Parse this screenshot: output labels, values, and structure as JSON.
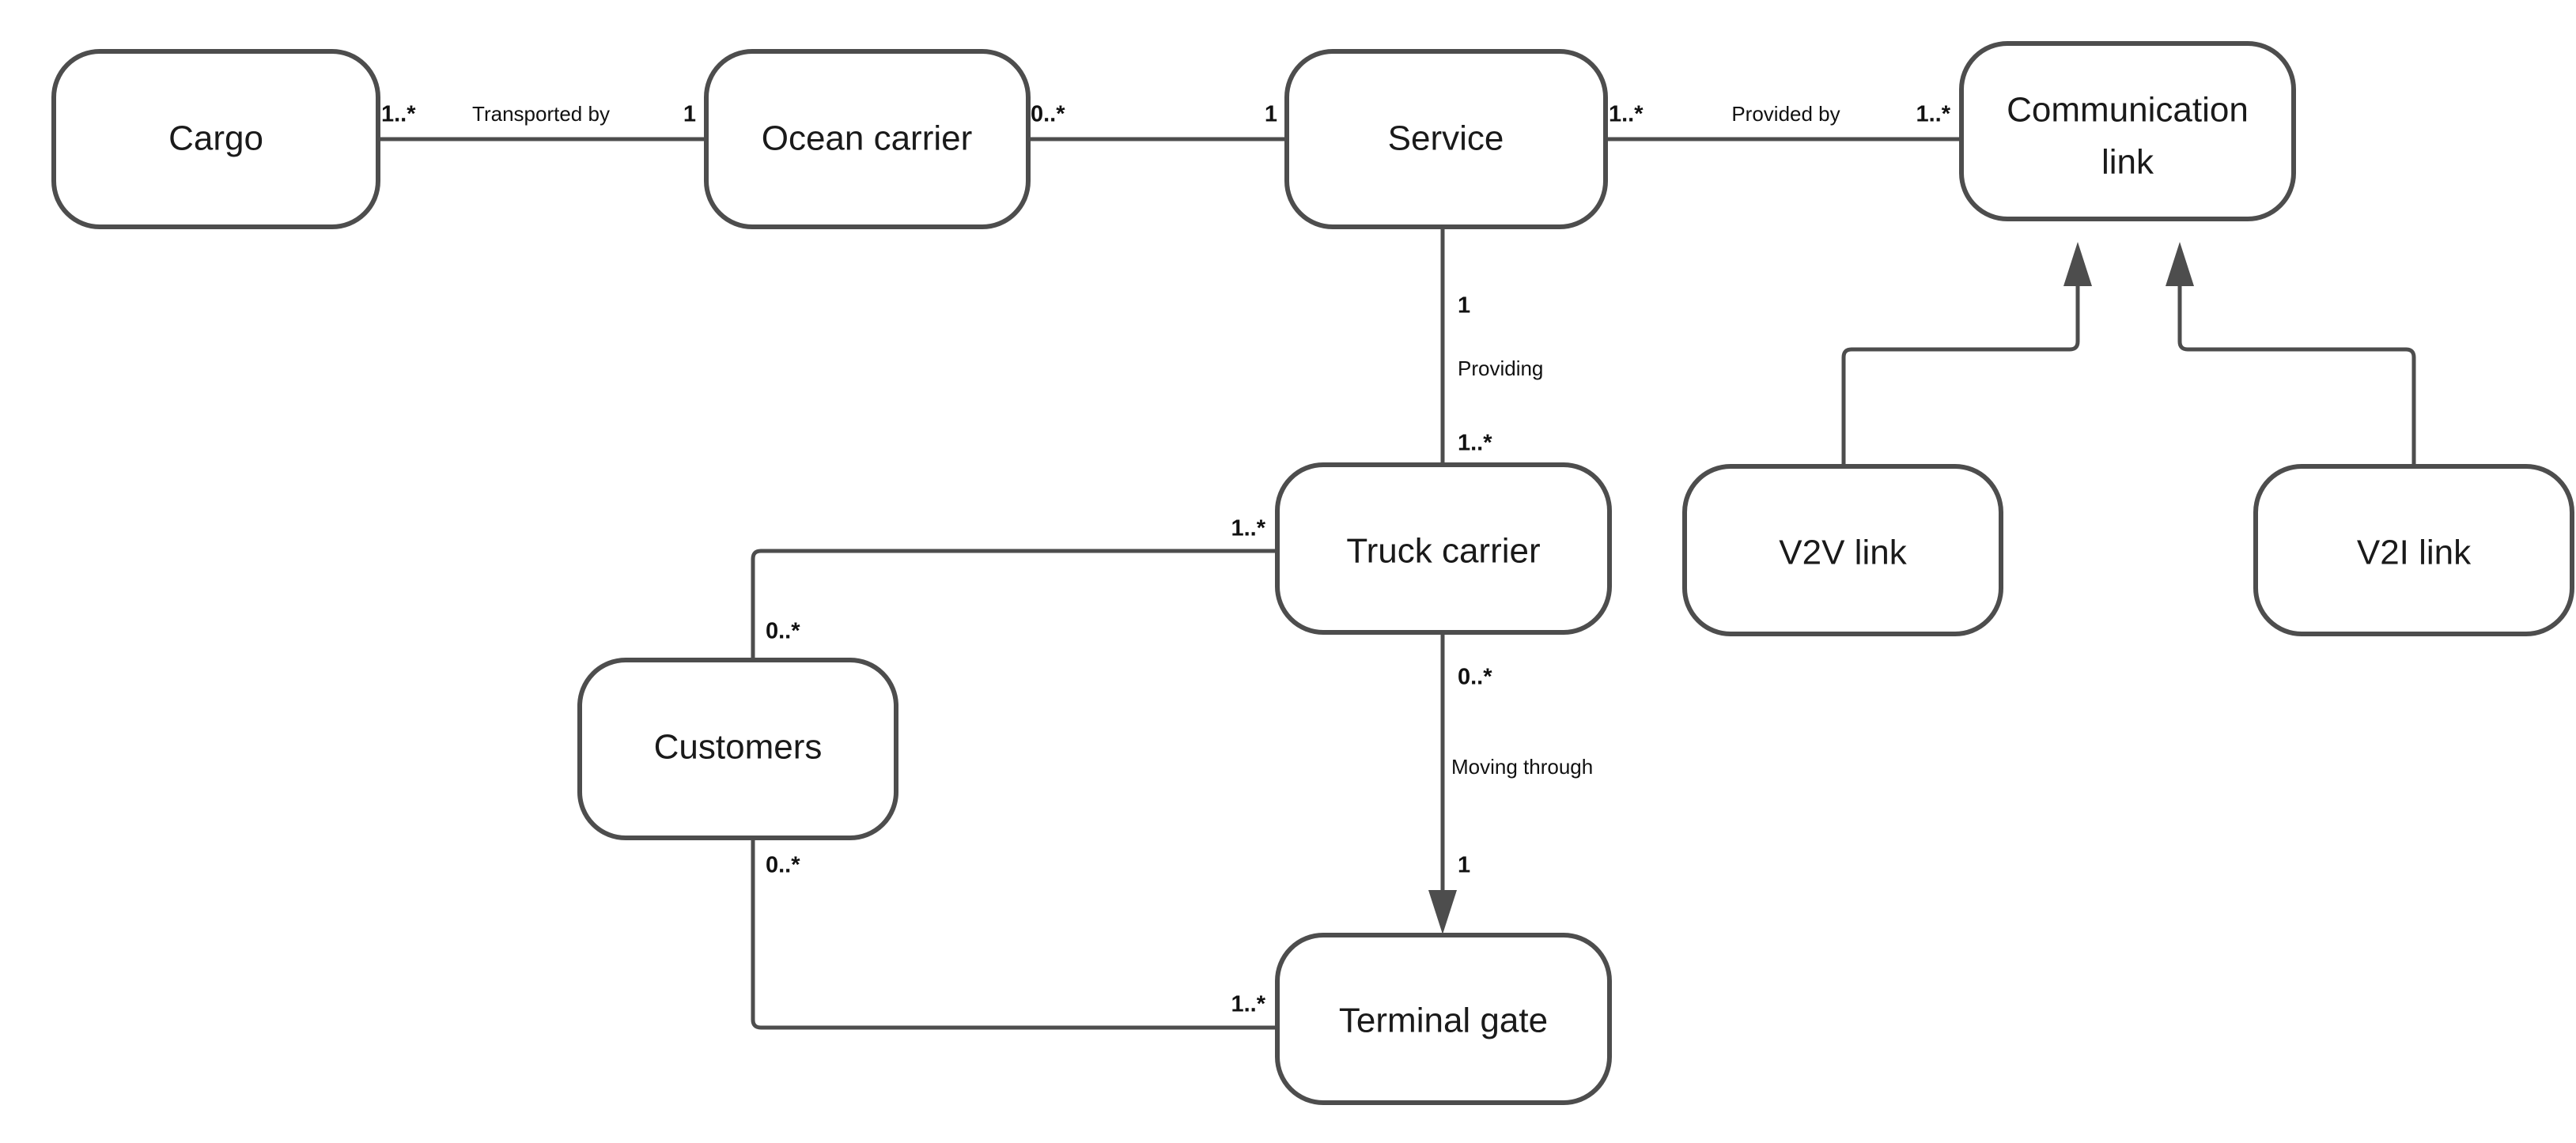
{
  "diagram": {
    "type": "uml-class-diagram",
    "background_color": "#ffffff",
    "node_stroke_color": "#4d4d4d",
    "node_fill_color": "#ffffff",
    "text_color": "#1a1a1a",
    "nodes": [
      {
        "id": "cargo",
        "label": "Cargo"
      },
      {
        "id": "ocean_carrier",
        "label": "Ocean carrier"
      },
      {
        "id": "service",
        "label": "Service"
      },
      {
        "id": "communication_link_line1",
        "label": "Communication"
      },
      {
        "id": "communication_link_line2",
        "label": "link"
      },
      {
        "id": "truck_carrier",
        "label": "Truck carrier"
      },
      {
        "id": "v2v_link",
        "label": "V2V link"
      },
      {
        "id": "v2i_link",
        "label": "V2I link"
      },
      {
        "id": "customers",
        "label": "Customers"
      },
      {
        "id": "terminal_gate",
        "label": "Terminal gate"
      }
    ],
    "relationships": [
      {
        "id": "cargo_ocean",
        "name": "Transported by",
        "source": "Cargo",
        "target": "Ocean carrier",
        "source_multiplicity": "1..*",
        "target_multiplicity": "1",
        "arrow": "none"
      },
      {
        "id": "ocean_service",
        "name": "",
        "source": "Ocean carrier",
        "target": "Service",
        "source_multiplicity": "0..*",
        "target_multiplicity": "1",
        "arrow": "none"
      },
      {
        "id": "service_comm",
        "name": "Provided by",
        "source": "Service",
        "target": "Communication link",
        "source_multiplicity": "1..*",
        "target_multiplicity": "1..*",
        "arrow": "none"
      },
      {
        "id": "truck_service",
        "name": "Providing",
        "source": "Truck carrier",
        "target": "Service",
        "source_multiplicity": "1..*",
        "target_multiplicity": "1",
        "arrow": "to-target"
      },
      {
        "id": "truck_terminal",
        "name": "Moving through",
        "source": "Truck carrier",
        "target": "Terminal gate",
        "source_multiplicity": "0..*",
        "target_multiplicity": "1",
        "arrow": "to-target"
      },
      {
        "id": "customers_truck",
        "name": "",
        "source": "Customers",
        "target": "Truck carrier",
        "source_multiplicity": "0..*",
        "target_multiplicity": "1..*",
        "arrow": "none"
      },
      {
        "id": "customers_terminal",
        "name": "",
        "source": "Customers",
        "target": "Terminal gate",
        "source_multiplicity": "0..*",
        "target_multiplicity": "1..*",
        "arrow": "none"
      },
      {
        "id": "v2v_comm",
        "name": "",
        "source": "V2V link",
        "target": "Communication link",
        "source_multiplicity": "",
        "target_multiplicity": "",
        "arrow": "to-target"
      },
      {
        "id": "v2i_comm",
        "name": "",
        "source": "V2I link",
        "target": "Communication link",
        "source_multiplicity": "",
        "target_multiplicity": "",
        "arrow": "to-target"
      }
    ],
    "labels": {
      "cargo_ocean_source_mult": "1..*",
      "cargo_ocean_name": "Transported by",
      "cargo_ocean_target_mult": "1",
      "ocean_service_source_mult": "0..*",
      "ocean_service_target_mult": "1",
      "service_comm_source_mult": "1..*",
      "service_comm_name": "Provided by",
      "service_comm_target_mult": "1..*",
      "truck_service_target_mult": "1",
      "truck_service_name": "Providing",
      "truck_service_source_mult": "1..*",
      "truck_terminal_source_mult": "0..*",
      "truck_terminal_name": "Moving through",
      "truck_terminal_target_mult": "1",
      "customers_truck_source_mult": "0..*",
      "customers_truck_target_mult": "1..*",
      "customers_terminal_source_mult": "0..*",
      "customers_terminal_target_mult": "1..*"
    }
  }
}
